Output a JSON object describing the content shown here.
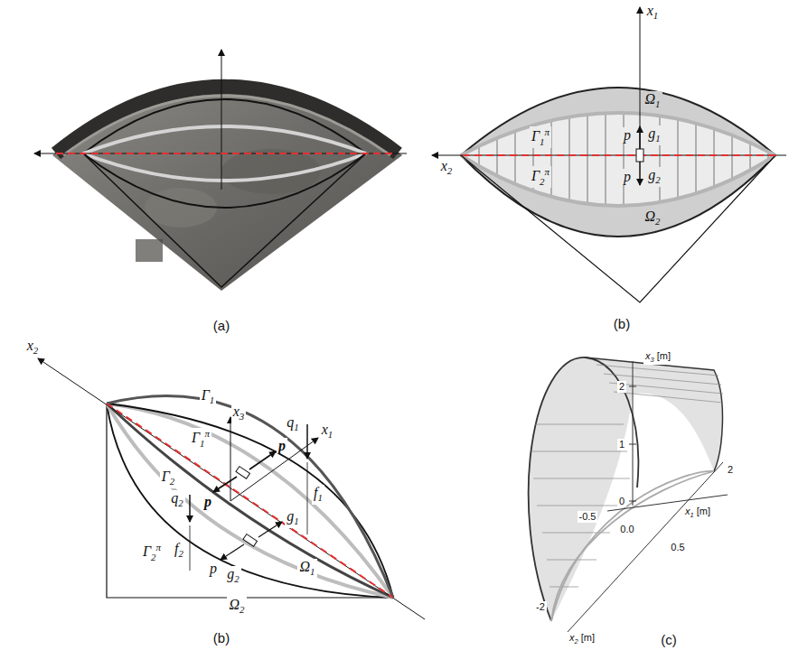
{
  "diagram": {
    "labels": [
      "(a)",
      "x1",
      "x2",
      "Ω1",
      "Γ1π",
      "p",
      "g1",
      "p",
      "g2",
      "Γ2π",
      "Ω2",
      "(b)",
      "x2",
      "Γ1",
      "x3",
      "q1",
      "x1",
      "Γ1π",
      "p",
      "Γ2",
      "q2",
      "p",
      "f1",
      "g1",
      "p",
      "f2",
      "g2",
      "Ω1",
      "Γ2π",
      "Ω2",
      "(b)",
      "x3 [m]",
      "2",
      "1",
      "0",
      "-0.5",
      "0.0",
      "x1 [m]",
      "0.5",
      "2",
      "-2",
      "x2 [m]",
      "(c)"
    ]
  }
}
